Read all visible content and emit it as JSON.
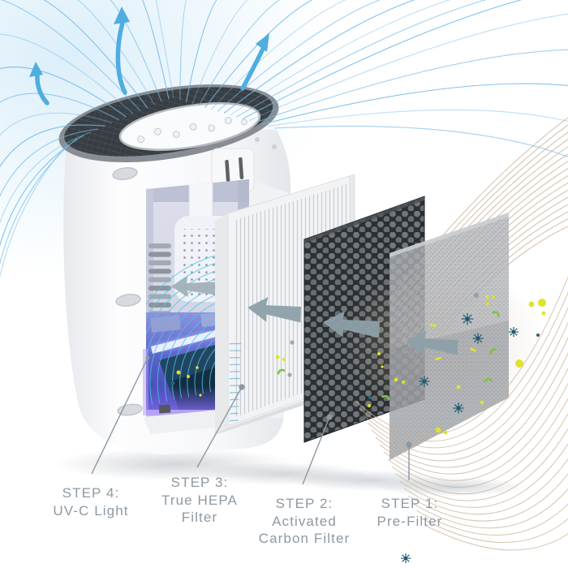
{
  "diagram": {
    "product": "Air purifier exploded view with four filtration stages",
    "stages": [
      {
        "id": "step1",
        "step": "STEP 1:",
        "name": "Pre-Filter"
      },
      {
        "id": "step2",
        "step": "STEP 2:",
        "name": "Activated Carbon Filter"
      },
      {
        "id": "step3",
        "step": "STEP 3:",
        "name": "True HEPA Filter"
      },
      {
        "id": "step4",
        "step": "STEP 4:",
        "name": "UV-C Light"
      }
    ]
  },
  "labels": {
    "step4": {
      "l1": "STEP 4:",
      "l2": "UV-C Light"
    },
    "step3": {
      "l1": "STEP 3:",
      "l2": "True HEPA",
      "l3": "Filter"
    },
    "step2": {
      "l1": "STEP 2:",
      "l2": "Activated",
      "l3": "Carbon Filter"
    },
    "step1": {
      "l1": "STEP 1:",
      "l2": "Pre-Filter"
    }
  },
  "colors": {
    "clean_air_blue": "#5bb3e2",
    "airflow_arrow_gray": "#8ca0a8",
    "dirty_air_tan": "#c7ae93",
    "label_text": "#8d99a3",
    "carbon_black": "#2b2f31",
    "uv_violet": "#6a5ff0",
    "particle_yellow": "#dfe32e",
    "particle_green": "#7cc242",
    "microbe_teal": "#1d5a70"
  },
  "icons": {
    "clean_air": "curved-up-arrow-icon",
    "airflow_direction": "left-arrow-icon",
    "microbe": "virus-starburst-icon"
  }
}
